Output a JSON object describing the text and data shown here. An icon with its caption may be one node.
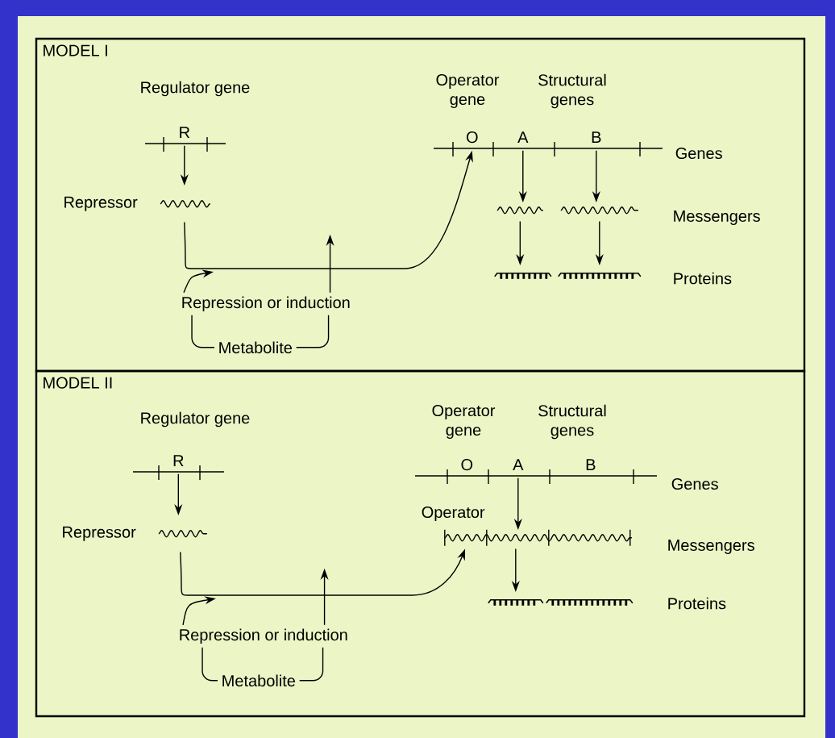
{
  "diagram": {
    "nodes": [
      {
        "text": [
          "MODEL I"
        ]
      },
      {
        "text": [
          "R"
        ],
        "in": 0
      },
      {
        "text": [
          "Repressor"
        ],
        "in": 0
      },
      {
        "text": [
          "Repression or induction"
        ],
        "in": 0
      },
      {
        "text": [
          "Metabolite"
        ],
        "in": 0
      },
      {
        "text": [
          "O"
        ],
        "in": 0
      },
      {
        "text": [
          "A"
        ],
        "in": 0
      },
      {
        "text": [
          "B"
        ],
        "in": 0
      },
      {
        "text": [],
        "shape": "wave",
        "in": 0
      },
      {
        "text": [],
        "shape": "wave",
        "in": 0
      },
      {
        "text": [],
        "shape": "comb",
        "in": 0
      },
      {
        "text": [],
        "shape": "comb",
        "in": 0
      },
      {
        "text": [
          "MODEL II"
        ]
      },
      {
        "text": [
          "R"
        ],
        "in": 12
      },
      {
        "text": [
          "Repressor"
        ],
        "in": 12
      },
      {
        "text": [
          "Repression or induction"
        ],
        "in": 12
      },
      {
        "text": [
          "Metabolite"
        ],
        "in": 12
      },
      {
        "text": [
          "O"
        ],
        "in": 12
      },
      {
        "text": [
          "A"
        ],
        "in": 12
      },
      {
        "text": [
          "B"
        ],
        "in": 12
      },
      {
        "text": [],
        "shape": "wave",
        "in": 12
      },
      {
        "text": [],
        "shape": "comb",
        "in": 12
      },
      {
        "text": [],
        "shape": "comb",
        "in": 12
      }
    ],
    "edges": [
      {
        "from": 1,
        "to": 2,
        "arrow": "to"
      },
      {
        "from": 2,
        "to": 5,
        "arrow": "to"
      },
      {
        "from": 4,
        "to": 3,
        "arrow": "none"
      },
      {
        "from": 4,
        "to": 3,
        "arrow": "none"
      },
      {
        "from": 3,
        "to": null,
        "arrow": "to"
      },
      {
        "from": 3,
        "to": null,
        "arrow": "to"
      },
      {
        "from": 6,
        "to": 8,
        "arrow": "to"
      },
      {
        "from": 7,
        "to": 9,
        "arrow": "to"
      },
      {
        "from": 8,
        "to": 10,
        "arrow": "to"
      },
      {
        "from": 9,
        "to": 11,
        "arrow": "to"
      },
      {
        "from": 13,
        "to": 14,
        "arrow": "to"
      },
      {
        "from": 14,
        "to": 20,
        "arrow": "to"
      },
      {
        "from": 16,
        "to": 15,
        "arrow": "none"
      },
      {
        "from": 16,
        "to": 15,
        "arrow": "none"
      },
      {
        "from": 15,
        "to": null,
        "arrow": "to"
      },
      {
        "from": 15,
        "to": null,
        "arrow": "to"
      },
      {
        "from": 18,
        "to": 20,
        "arrow": "to"
      },
      {
        "from": 20,
        "to": 21,
        "arrow": "to"
      }
    ],
    "labels": [
      "Regulator gene",
      "Operator gene",
      "Structural genes",
      "Genes",
      "Messengers",
      "Proteins",
      "Regulator gene",
      "Operator gene",
      "Structural genes",
      "Genes",
      "Operator",
      "Messengers",
      "Proteins"
    ]
  }
}
